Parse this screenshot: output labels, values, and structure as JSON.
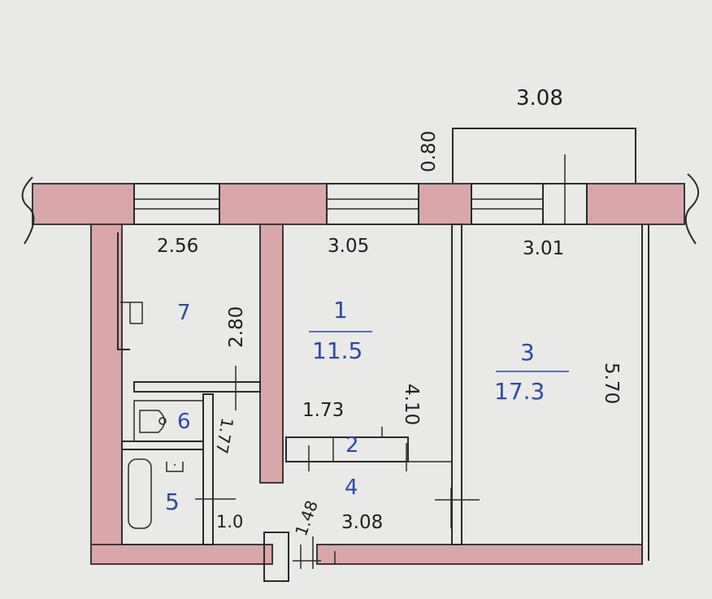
{
  "colors": {
    "wall": "#d9a7a9",
    "ink": "#1e1e1e",
    "room_label": "#2c4aa5",
    "paper": "#e9e9e7"
  },
  "dimensions": {
    "balcony_width": "3.08",
    "balcony_depth": "0.80",
    "room7_width": "2.56",
    "room7_height": "2.80",
    "room1_width": "3.05",
    "room1_height": "4.10",
    "room3_width": "3.01",
    "room3_height": "5.70",
    "closet_width": "1.73",
    "hall_width": "3.08",
    "bath_width": "1.0",
    "hall_entry": "1.48",
    "bath_height": "1.77"
  },
  "rooms": [
    {
      "number": "7"
    },
    {
      "number": "1",
      "area": "11.5"
    },
    {
      "number": "3",
      "area": "17.3"
    },
    {
      "number": "2"
    },
    {
      "number": "4"
    },
    {
      "number": "5"
    },
    {
      "number": "6"
    }
  ]
}
